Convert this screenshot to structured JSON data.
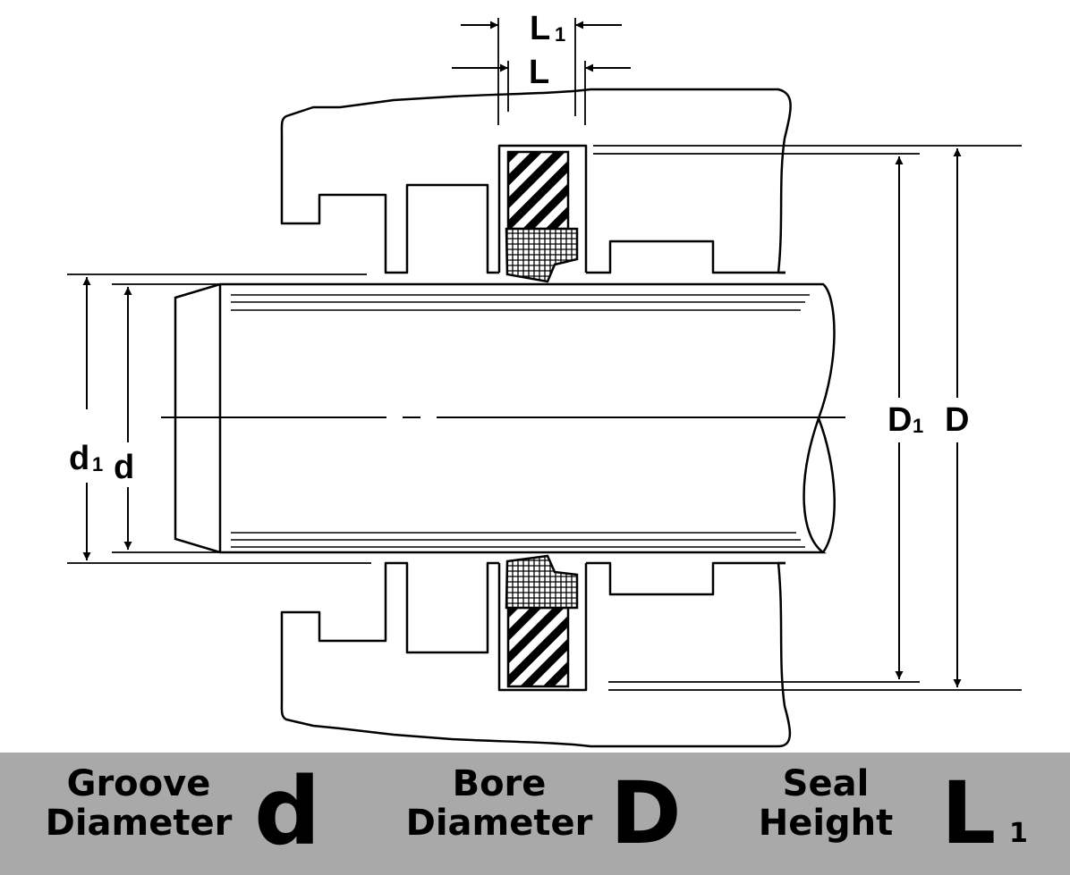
{
  "diagram": {
    "labels": {
      "L1_main": "L",
      "L1_sub": "1",
      "L": "L",
      "D1_main": "D",
      "D1_sub": "1",
      "D": "D",
      "d1_main": "d",
      "d1_sub": "1",
      "d": "d"
    }
  },
  "legend": {
    "groove": {
      "line1": "Groove",
      "line2": "Diameter",
      "symbol": "d"
    },
    "bore": {
      "line1": "Bore",
      "line2": "Diameter",
      "symbol": "D"
    },
    "seal": {
      "line1": "Seal",
      "line2": "Height",
      "symbol": "L",
      "symbol_sub": "1"
    }
  },
  "colors": {
    "legend_background": "#a9a9a9",
    "ink": "#000000",
    "background": "#ffffff"
  }
}
